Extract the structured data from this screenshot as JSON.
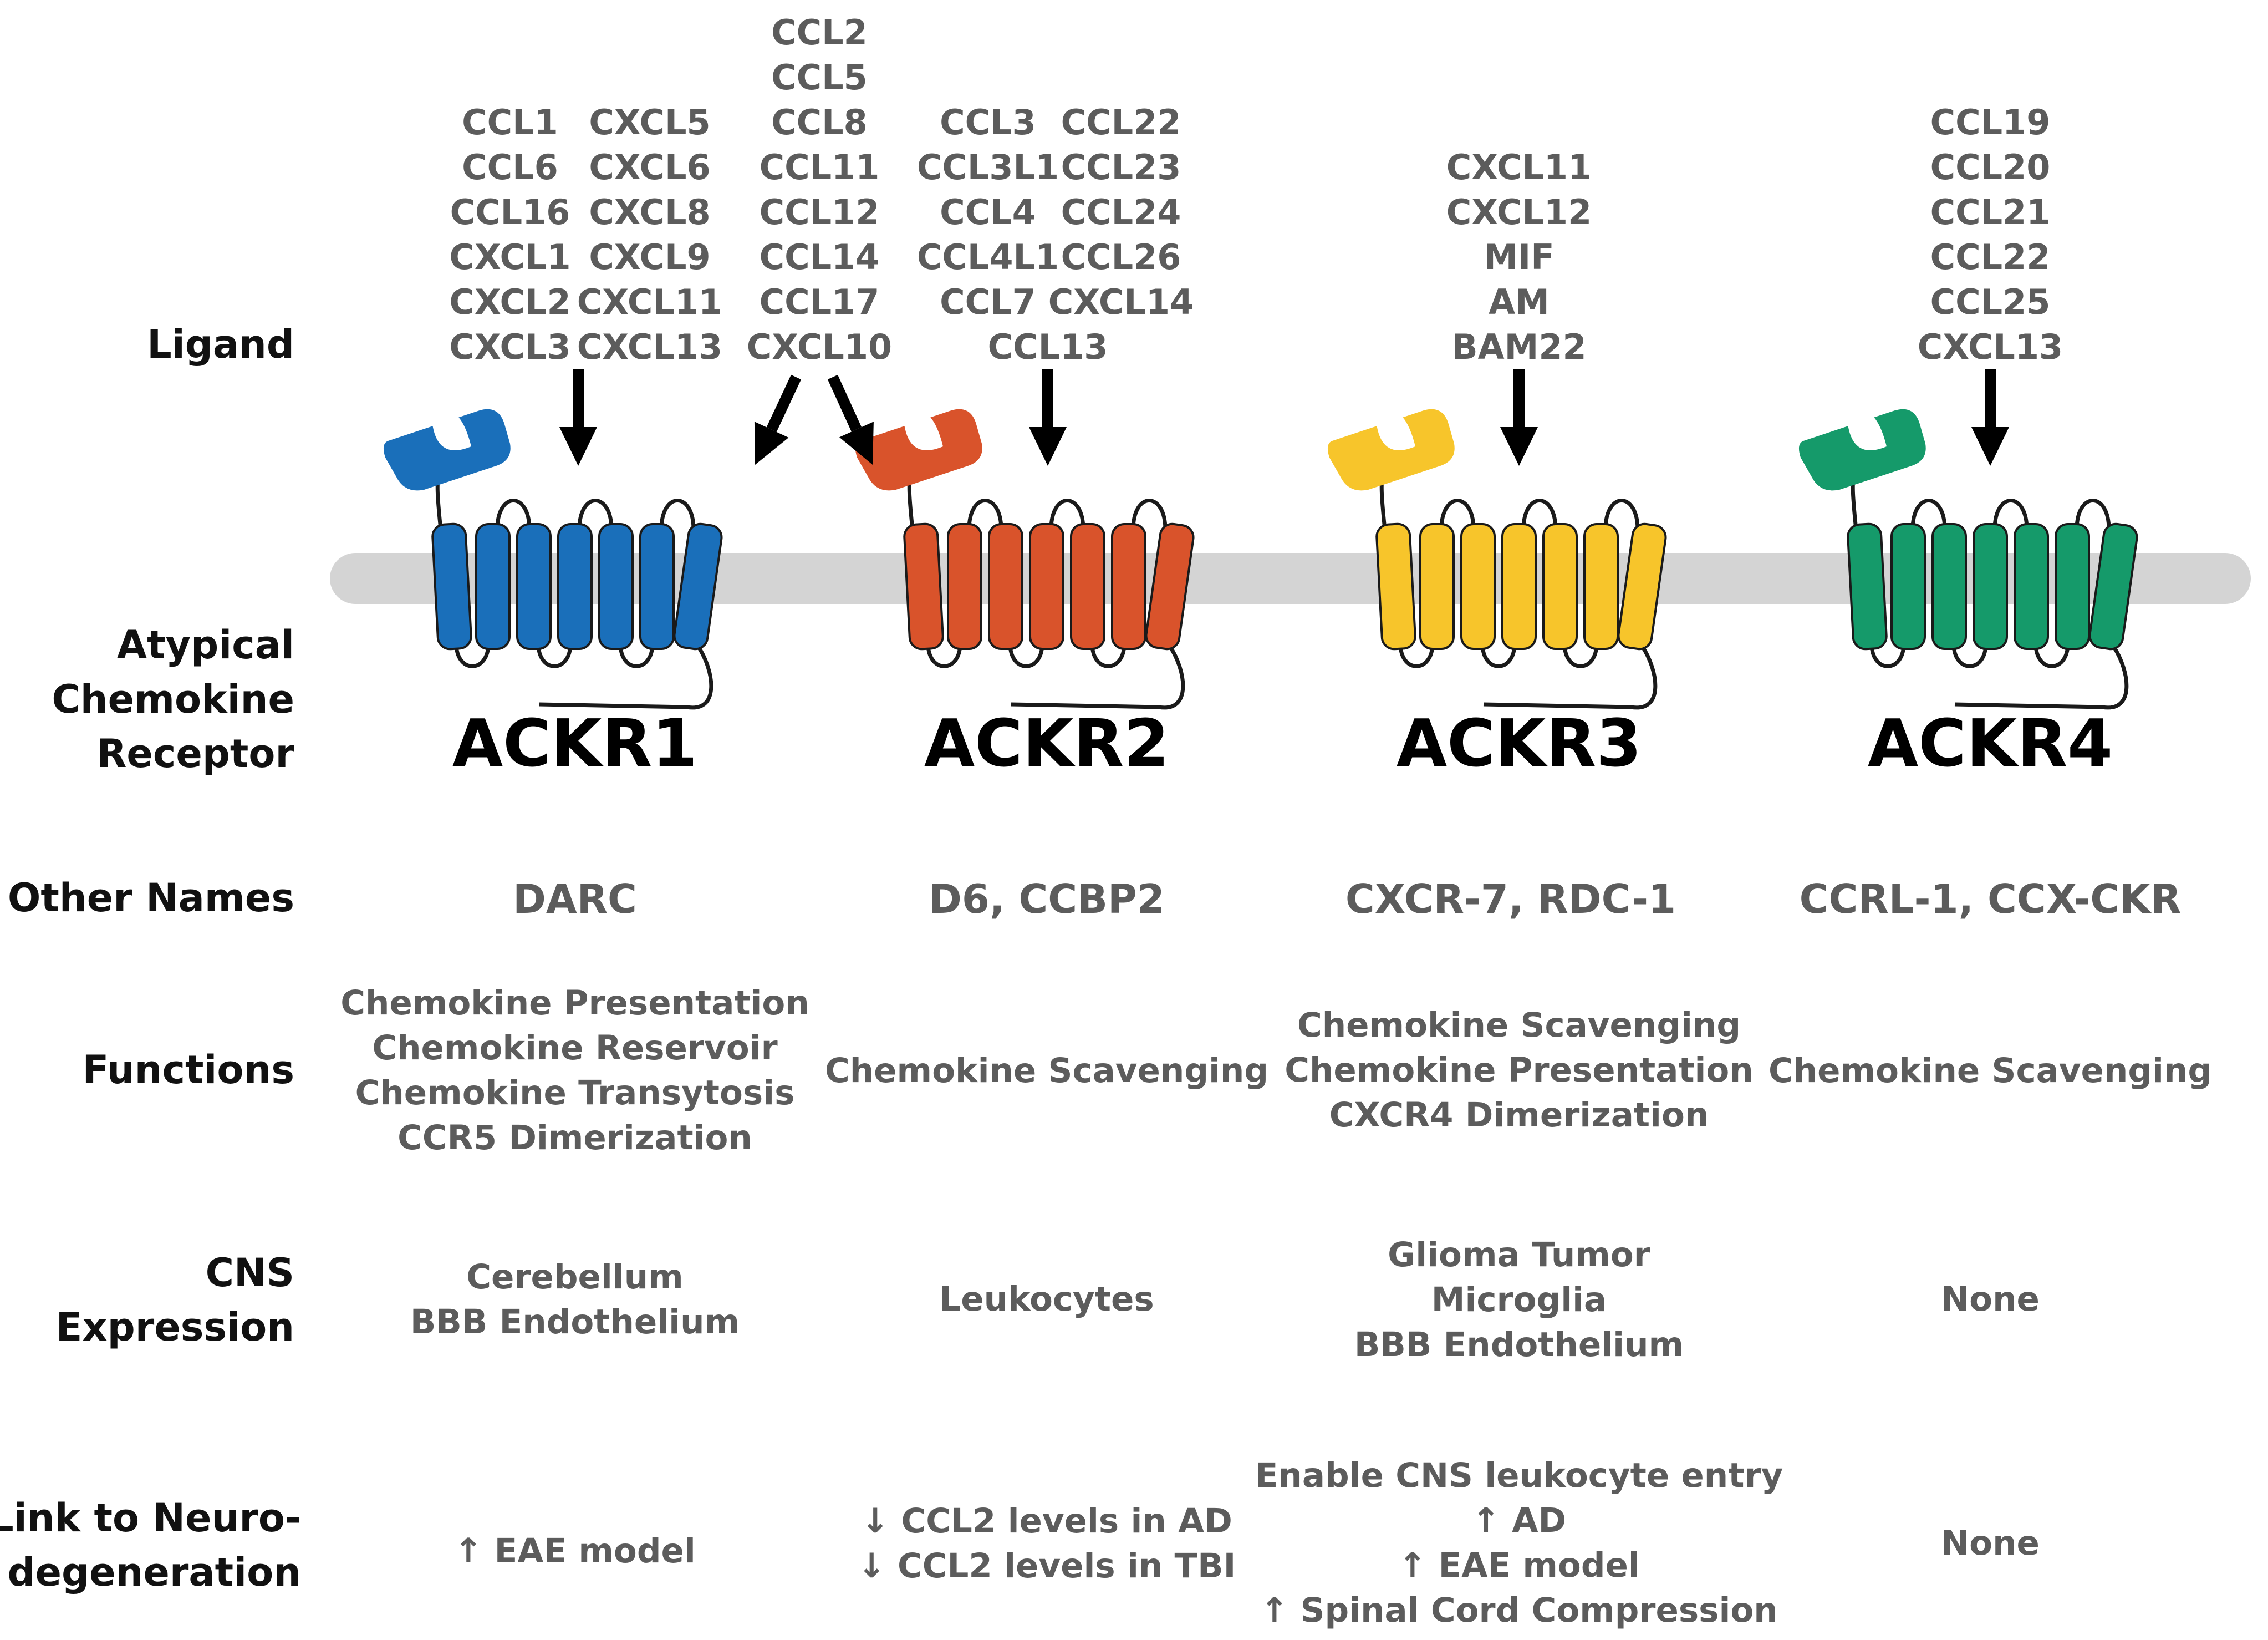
{
  "row_labels": {
    "ligand": [
      "Ligand"
    ],
    "receptor": [
      "Atypical",
      "Chemokine",
      "Receptor"
    ],
    "other_names": [
      "Other Names"
    ],
    "functions": [
      "Functions"
    ],
    "cns": [
      "CNS",
      "Expression"
    ],
    "link": [
      "Link to Neuro-",
      "degeneration"
    ]
  },
  "receptors": [
    {
      "name": "ACKR1",
      "color": "#1a6fba",
      "ligand_columns": [
        [
          "CCL1",
          "CCL6",
          "CCL16",
          "CXCL1",
          "CXCL2",
          "CXCL3"
        ],
        [
          "CXCL5",
          "CXCL6",
          "CXCL8",
          "CXCL9",
          "CXCL11",
          "CXCL13"
        ]
      ],
      "other_names": "DARC",
      "functions": [
        "Chemokine Presentation",
        "Chemokine Reservoir",
        "Chemokine Transytosis",
        "CCR5 Dimerization"
      ],
      "cns": [
        "Cerebellum",
        "BBB Endothelium"
      ],
      "link": [
        {
          "arrow": "↑",
          "text": "EAE model"
        }
      ]
    },
    {
      "name": "ACKR2",
      "color": "#d9532b",
      "ligand_columns": [
        [
          "CCL3",
          "CCL3L1",
          "CCL4",
          "CCL4L1",
          "CCL7"
        ],
        [
          "CCL22",
          "CCL23",
          "CCL24",
          "CCL26",
          "CXCL14"
        ]
      ],
      "ligand_footer": "CCL13",
      "other_names": "D6, CCBP2",
      "functions": [
        "Chemokine Scavenging"
      ],
      "cns": [
        "Leukocytes"
      ],
      "link": [
        {
          "arrow": "↓",
          "text": "CCL2 levels in AD"
        },
        {
          "arrow": "↓",
          "text": "CCL2 levels in TBI"
        }
      ]
    },
    {
      "name": "ACKR3",
      "color": "#f7c52b",
      "ligand_columns": [
        [
          "CXCL11",
          "CXCL12",
          "MIF",
          "AM",
          "BAM22"
        ]
      ],
      "other_names": "CXCR-7, RDC-1",
      "functions": [
        "Chemokine Scavenging",
        "Chemokine Presentation",
        "CXCR4 Dimerization"
      ],
      "cns": [
        "Glioma Tumor",
        "Microglia",
        "BBB Endothelium"
      ],
      "link": [
        {
          "arrow": "",
          "text": "Enable CNS leukocyte entry"
        },
        {
          "arrow": "↑",
          "text": "AD"
        },
        {
          "arrow": "↑",
          "text": "EAE model"
        },
        {
          "arrow": "↑",
          "text": "Spinal Cord Compression"
        }
      ]
    },
    {
      "name": "ACKR4",
      "color": "#159a6a",
      "ligand_columns": [
        [
          "CCL19",
          "CCL20",
          "CCL21",
          "CCL22",
          "CCL25",
          "CXCL13"
        ]
      ],
      "other_names": "CCRL-1, CCX-CKR",
      "functions": [
        "Chemokine Scavenging"
      ],
      "cns": [
        "None"
      ],
      "link": [
        {
          "arrow": "",
          "text": "None"
        }
      ]
    }
  ],
  "shared_ligands": [
    "CCL2",
    "CCL5",
    "CCL8",
    "CCL11",
    "CCL12",
    "CCL14",
    "CCL17",
    "CXCL10"
  ],
  "membrane_color": "#d4d4d4"
}
